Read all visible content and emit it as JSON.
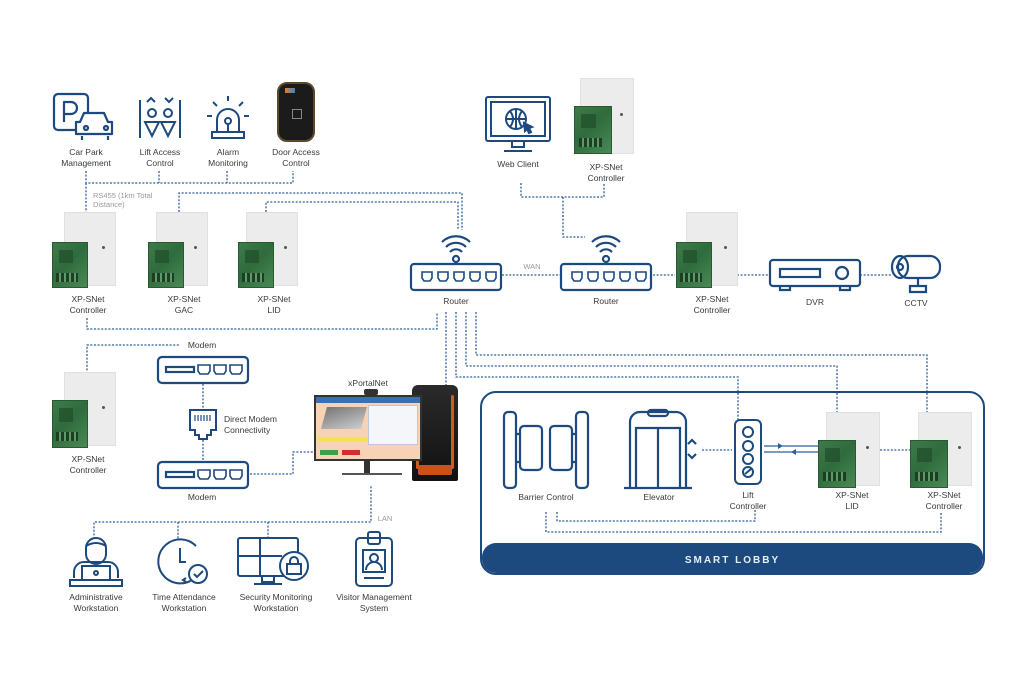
{
  "colors": {
    "icon_blue": "#1d4a7e",
    "line_blue": "#2e5f9a",
    "label_text": "#3a3a3a",
    "note_text": "#9a9a9a",
    "lobby_band": "#1d4a7e",
    "lobby_title": "#e8eef6"
  },
  "access_devices": [
    {
      "id": "car-park",
      "icon": "parking-car-icon",
      "label": "Car Park\nManagement"
    },
    {
      "id": "lift-access",
      "icon": "lift-people-icon",
      "label": "Lift Access\nControl"
    },
    {
      "id": "alarm",
      "icon": "alarm-siren-icon",
      "label": "Alarm\nMonitoring"
    },
    {
      "id": "door-access",
      "icon": "card-reader-icon",
      "label": "Door Access\nControl"
    }
  ],
  "rs485_note": "RS455 (1km Total\nDistance)",
  "controllers_row": [
    {
      "id": "ctrl-main",
      "label": "XP-SNet\nController"
    },
    {
      "id": "ctrl-gac",
      "label": "XP-SNet\nGAC"
    },
    {
      "id": "ctrl-lid",
      "label": "XP-SNet\nLID"
    }
  ],
  "router_left": {
    "label": "Router",
    "icon": "router-wifi-icon"
  },
  "router_right": {
    "label": "Router",
    "icon": "router-wifi-icon"
  },
  "wan_label": "WAN",
  "web_client": {
    "label": "Web Client",
    "icon": "web-monitor-icon"
  },
  "remote_controller_top": {
    "label": "XP-SNet\nController"
  },
  "remote_controller_mid": {
    "label": "XP-SNet\nController"
  },
  "dvr": {
    "label": "DVR",
    "icon": "dvr-icon"
  },
  "cctv": {
    "label": "CCTV",
    "icon": "cctv-camera-icon"
  },
  "modem_top": {
    "label": "Modem",
    "icon": "modem-icon"
  },
  "modem_bottom": {
    "label": "Modem",
    "icon": "modem-icon"
  },
  "direct_modem": {
    "label": "Direct Modem\nConnectivity",
    "icon": "rj45-jack-icon"
  },
  "modem_controller": {
    "label": "XP-SNet\nController"
  },
  "server": {
    "label": "xPortalNet"
  },
  "lan_label": "LAN",
  "workstations": [
    {
      "id": "admin",
      "icon": "admin-user-laptop-icon",
      "label": "Administrative\nWorkstation"
    },
    {
      "id": "time",
      "icon": "clock-check-icon",
      "label": "Time Attendance\nWorkstation"
    },
    {
      "id": "security",
      "icon": "monitor-lock-icon",
      "label": "Security Monitoring\nWorkstation"
    },
    {
      "id": "visitor",
      "icon": "id-badge-icon",
      "label": "Visitor Management\nSystem"
    }
  ],
  "smart_lobby": {
    "title": "SMART LOBBY",
    "items": [
      {
        "id": "barrier",
        "icon": "barrier-gate-icon",
        "label": "Barrier Control"
      },
      {
        "id": "elevator",
        "icon": "elevator-icon",
        "label": "Elevator"
      },
      {
        "id": "lift-controller",
        "icon": "lift-controller-icon",
        "label": "Lift\nController"
      },
      {
        "id": "lobby-lid",
        "label": "XP-SNet\nLID"
      },
      {
        "id": "lobby-ctrl",
        "label": "XP-SNet\nController"
      }
    ]
  }
}
